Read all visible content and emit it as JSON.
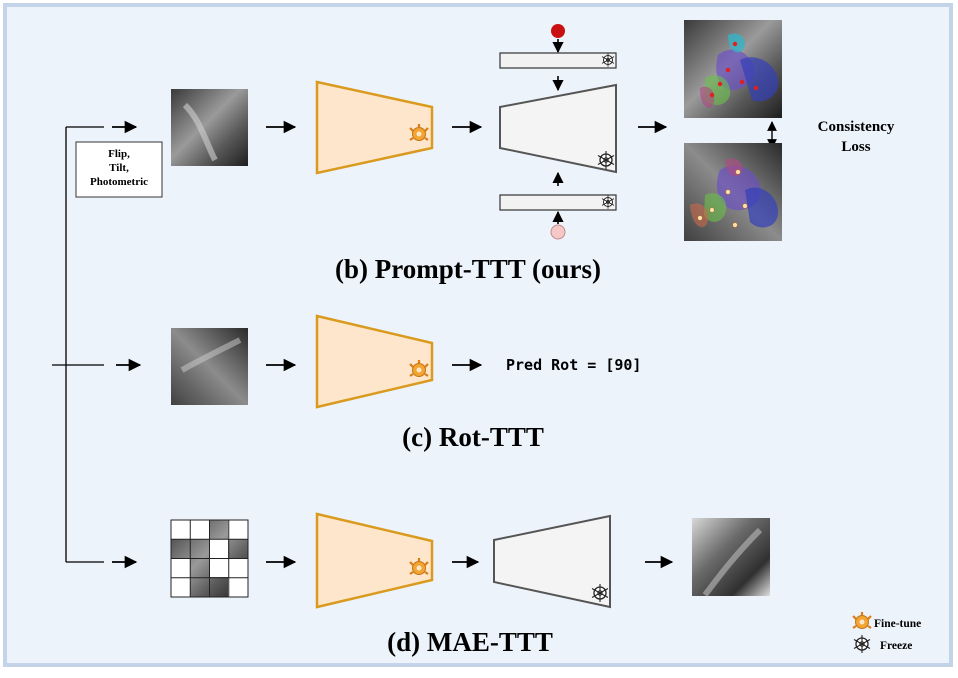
{
  "titles": {
    "prompt_ttt": "(b) Prompt-TTT (ours)",
    "rot_ttt": "(c) Rot-TTT",
    "mae_ttt": "(d) MAE-TTT"
  },
  "augmentation": {
    "line1": "Flip,",
    "line2": "Tilt,",
    "line3": "Photometric"
  },
  "consistency": {
    "line1": "Consistency",
    "line2": "Loss"
  },
  "rot_prediction": "Pred Rot = [90]",
  "legend": {
    "fine_tune": "Fine-tune",
    "freeze": "Freeze"
  },
  "colors": {
    "frame": "#c3d3e8",
    "background": "#edf3fb",
    "encoder_fill": "#fde6cc",
    "encoder_stroke": "#d99a1e",
    "decoder_fill": "#f2f2f2",
    "decoder_stroke": "#5a5a5a",
    "prompt_point_dark": "#c81010",
    "prompt_point_light": "#f6c7c7"
  },
  "icons": {
    "fine_tune": "gear-fire-icon",
    "freeze": "gear-snowflake-icon"
  }
}
